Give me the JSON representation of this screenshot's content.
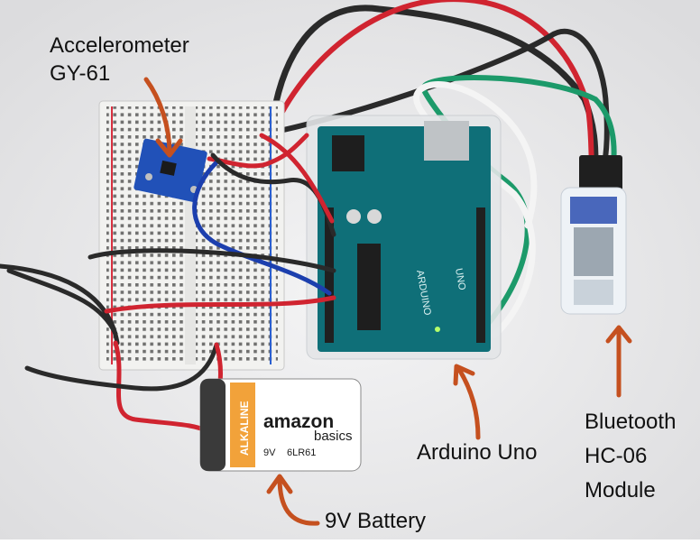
{
  "labels": {
    "accelerometer": {
      "line1": "Accelerometer",
      "line2": "GY-61"
    },
    "arduino": "Arduino Uno",
    "bluetooth": {
      "line1": "Bluetooth",
      "line2": "HC-06",
      "line3": "Module"
    },
    "battery": "9V Battery"
  },
  "battery_print": {
    "brand_top": "amazon",
    "brand_bottom": "basics",
    "type": "ALKALINE",
    "voltage": "9V",
    "model": "6LR61"
  },
  "board_print": {
    "name": "ARDUINO",
    "model": "UNO"
  },
  "colors": {
    "background": "#ecebec",
    "arrow": "#c5501f",
    "board": "#0f6f78",
    "wire_red": "#d02430",
    "wire_black": "#2a2a2a",
    "wire_blue": "#1c3fae",
    "wire_green": "#1c9a6a",
    "wire_white": "#f4f4f4",
    "battery_label": "#f2a23a"
  }
}
